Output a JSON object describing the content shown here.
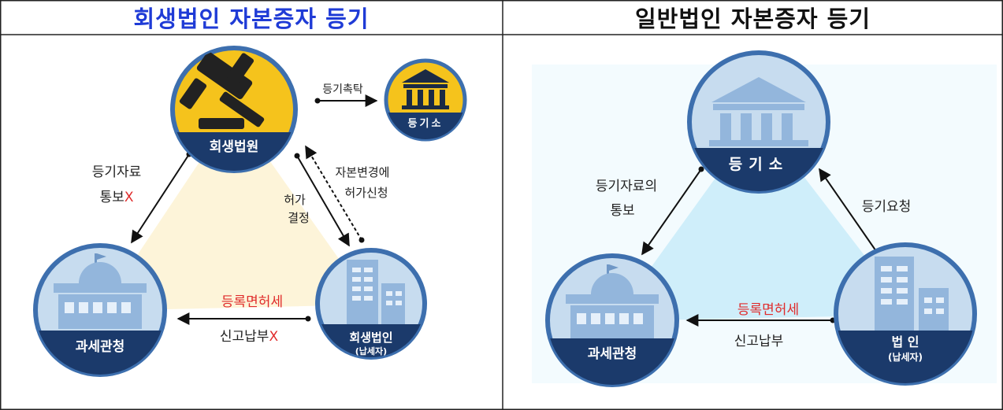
{
  "table": {
    "left_title": "회생법인 자본증자 등기",
    "right_title": "일반법인 자본증자 등기"
  },
  "left": {
    "court_label": "회생법원",
    "registry_label": "등기소",
    "tax_label": "과세관청",
    "company_label": "회생법인",
    "company_sub": "(납세자)",
    "arrow_commission": "등기촉탁",
    "arrow_report_line1": "등기자료",
    "arrow_report_line2": "통보",
    "arrow_report_mark": "X",
    "arrow_request_line1": "자본변경에",
    "arrow_request_line2": "허가신청",
    "arrow_permit_line1": "허가",
    "arrow_permit_line2": "결정",
    "tax_type": "등록면허세",
    "filing_text": "신고납부",
    "filing_mark": "X"
  },
  "right": {
    "registry_label": "등기소",
    "tax_label": "과세관청",
    "company_label": "법 인",
    "company_sub": "(납세자)",
    "arrow_report_line1": "등기자료의",
    "arrow_report_line2": "통보",
    "arrow_request": "등기요청",
    "tax_type": "등록면허세",
    "filing_text": "신고납부"
  },
  "colors": {
    "left_title": "#1f3bd6",
    "right_title": "#111111",
    "red_mark": "#e02b2b",
    "left_triangle": "#fdf4d9",
    "right_triangle": "#cfeefa",
    "node_blue": "#4e7fbf",
    "node_fill": "#c7dcef",
    "label_band": "#1b3a6b",
    "court_gold": "#f5c31c"
  },
  "icons": [
    "gavel-icon",
    "courthouse-icon",
    "government-building-icon",
    "office-building-icon"
  ]
}
